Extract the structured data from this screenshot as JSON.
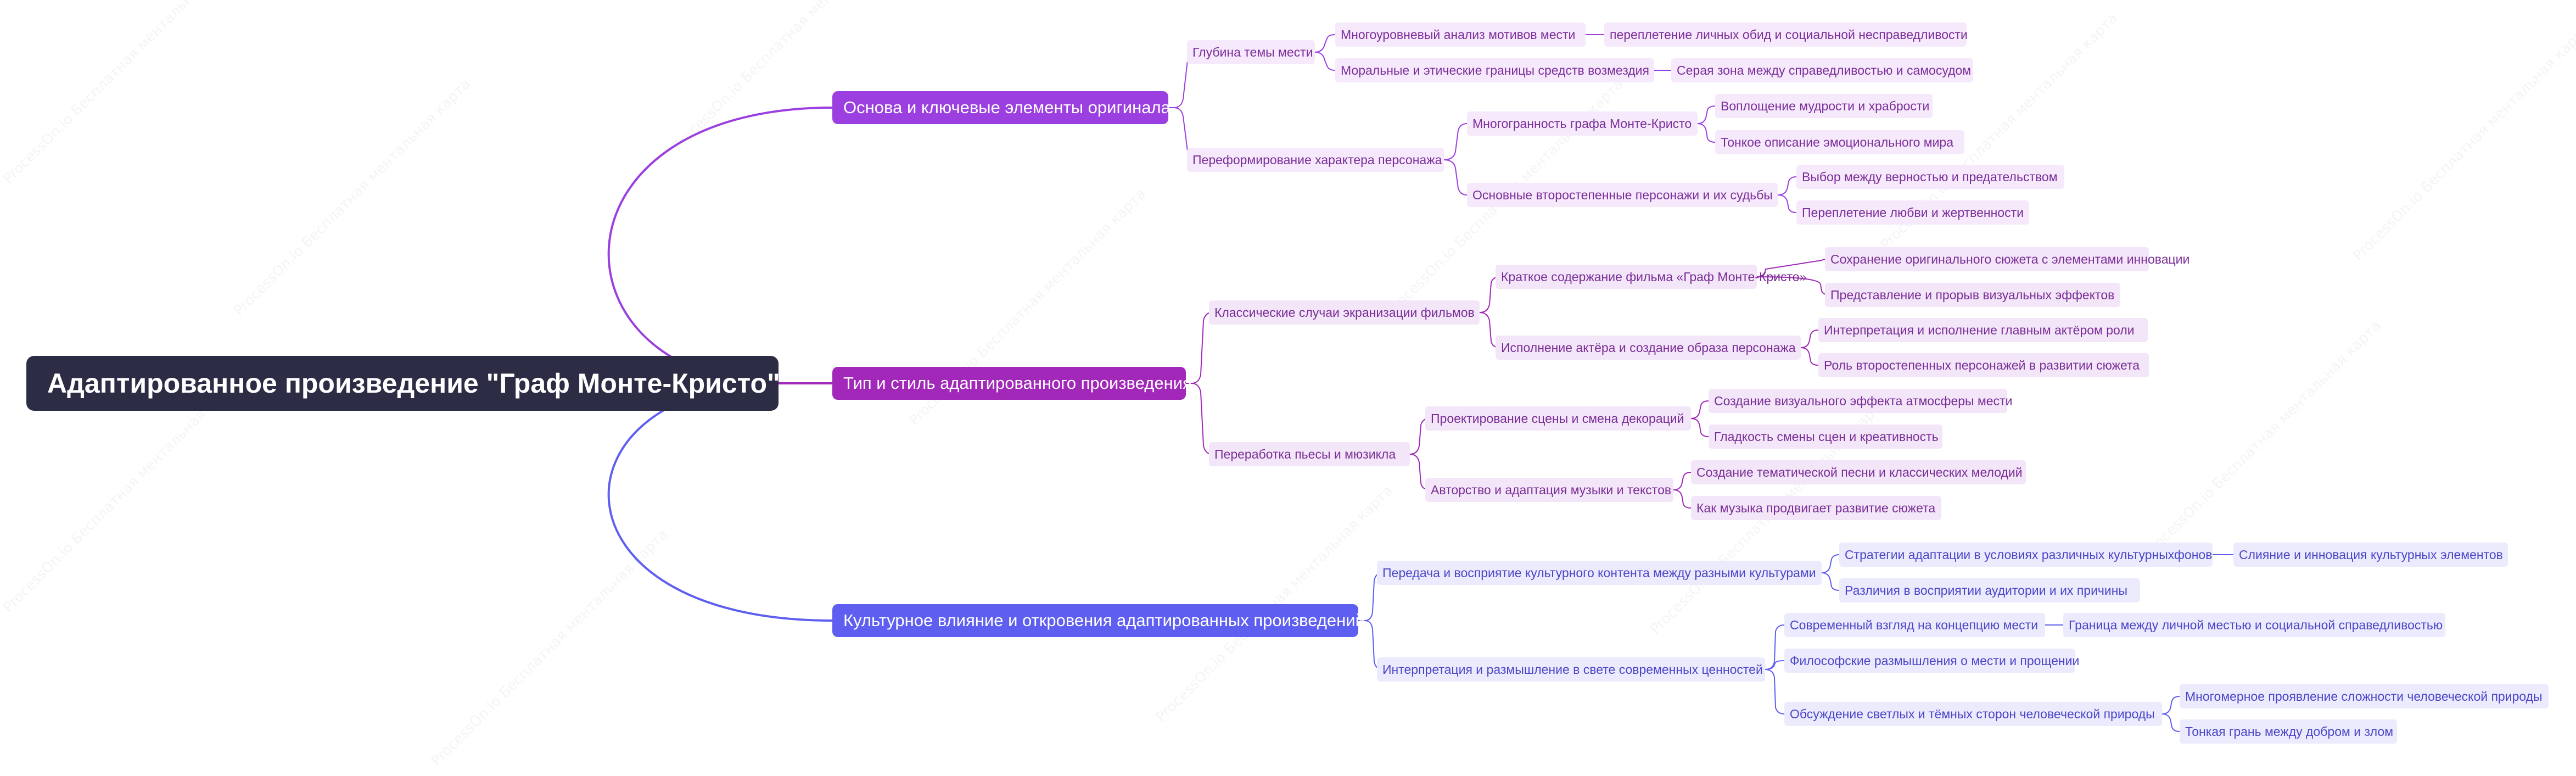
{
  "root": {
    "label": "Адаптированное произведение \"Граф Монте-Кристо\""
  },
  "watermark": "ProcessOn.io Бесплатная ментальная карта",
  "colors": {
    "root_bg": "#2c2c45",
    "branch1": "#9b3fe0",
    "branch2": "#a128b8",
    "branch3": "#5e5ef0"
  },
  "branches": [
    {
      "label": "Основа и ключевые элементы оригинала",
      "children": [
        {
          "label": "Глубина темы мести",
          "children": [
            {
              "label": "Многоуровневый анализ мотивов мести",
              "children": [
                {
                  "label": "переплетение личных обид и социальной несправедливости"
                }
              ]
            },
            {
              "label": "Моральные и этические границы средств возмездия",
              "children": [
                {
                  "label": "Серая зона между справедливостью и самосудом"
                }
              ]
            }
          ]
        },
        {
          "label": "Переформирование характера персонажа",
          "children": [
            {
              "label": "Многогранность графа Монте-Кристо",
              "children": [
                {
                  "label": "Воплощение мудрости и храбрости"
                },
                {
                  "label": "Тонкое описание эмоционального мира"
                }
              ]
            },
            {
              "label": "Основные второстепенные персонажи и их судьбы",
              "children": [
                {
                  "label": "Выбор между верностью и предательством"
                },
                {
                  "label": "Переплетение любви и жертвенности"
                }
              ]
            }
          ]
        }
      ]
    },
    {
      "label": "Тип и стиль адаптированного произведения",
      "children": [
        {
          "label": "Классические случаи экранизации фильмов",
          "children": [
            {
              "label": "Краткое содержание фильма «Граф Монте-Кристо»",
              "children": [
                {
                  "label": "Сохранение оригинального сюжета с элементами инновации"
                },
                {
                  "label": "Представление и прорыв визуальных эффектов"
                }
              ]
            },
            {
              "label": "Исполнение актёра и создание образа персонажа",
              "children": [
                {
                  "label": "Интерпретация и исполнение главным актёром роли"
                },
                {
                  "label": "Роль второстепенных персонажей в развитии сюжета"
                }
              ]
            }
          ]
        },
        {
          "label": "Переработка пьесы и мюзикла",
          "children": [
            {
              "label": "Проектирование сцены и смена декораций",
              "children": [
                {
                  "label": "Создание визуального эффекта атмосферы мести"
                },
                {
                  "label": "Гладкость смены сцен и креативность"
                }
              ]
            },
            {
              "label": "Авторство и адаптация музыки и текстов",
              "children": [
                {
                  "label": "Создание тематической песни и классических мелодий"
                },
                {
                  "label": "Как музыка продвигает развитие сюжета"
                }
              ]
            }
          ]
        }
      ]
    },
    {
      "label": "Культурное влияние и откровения адаптированных произведений",
      "children": [
        {
          "label": "Передача и восприятие культурного контента между разными культурами",
          "children": [
            {
              "label": "Стратегии адаптации в условиях различных культурныхфонов",
              "children": [
                {
                  "label": "Слияние и инновация культурных элементов"
                }
              ]
            },
            {
              "label": "Различия в восприятии аудитории и их причины"
            }
          ]
        },
        {
          "label": "Интерпретация и размышление в свете современных ценностей",
          "children": [
            {
              "label": "Современный взгляд на концепцию мести",
              "children": [
                {
                  "label": "Граница между личной местью и социальной справедливостью"
                }
              ]
            },
            {
              "label": "Философские размышления о мести и прощении"
            },
            {
              "label": "Обсуждение светлых и тёмных сторон человеческой природы",
              "children": [
                {
                  "label": "Многомерное проявление сложности человеческой природы"
                },
                {
                  "label": "Тонкая грань между добром и злом"
                }
              ]
            }
          ]
        }
      ]
    }
  ]
}
